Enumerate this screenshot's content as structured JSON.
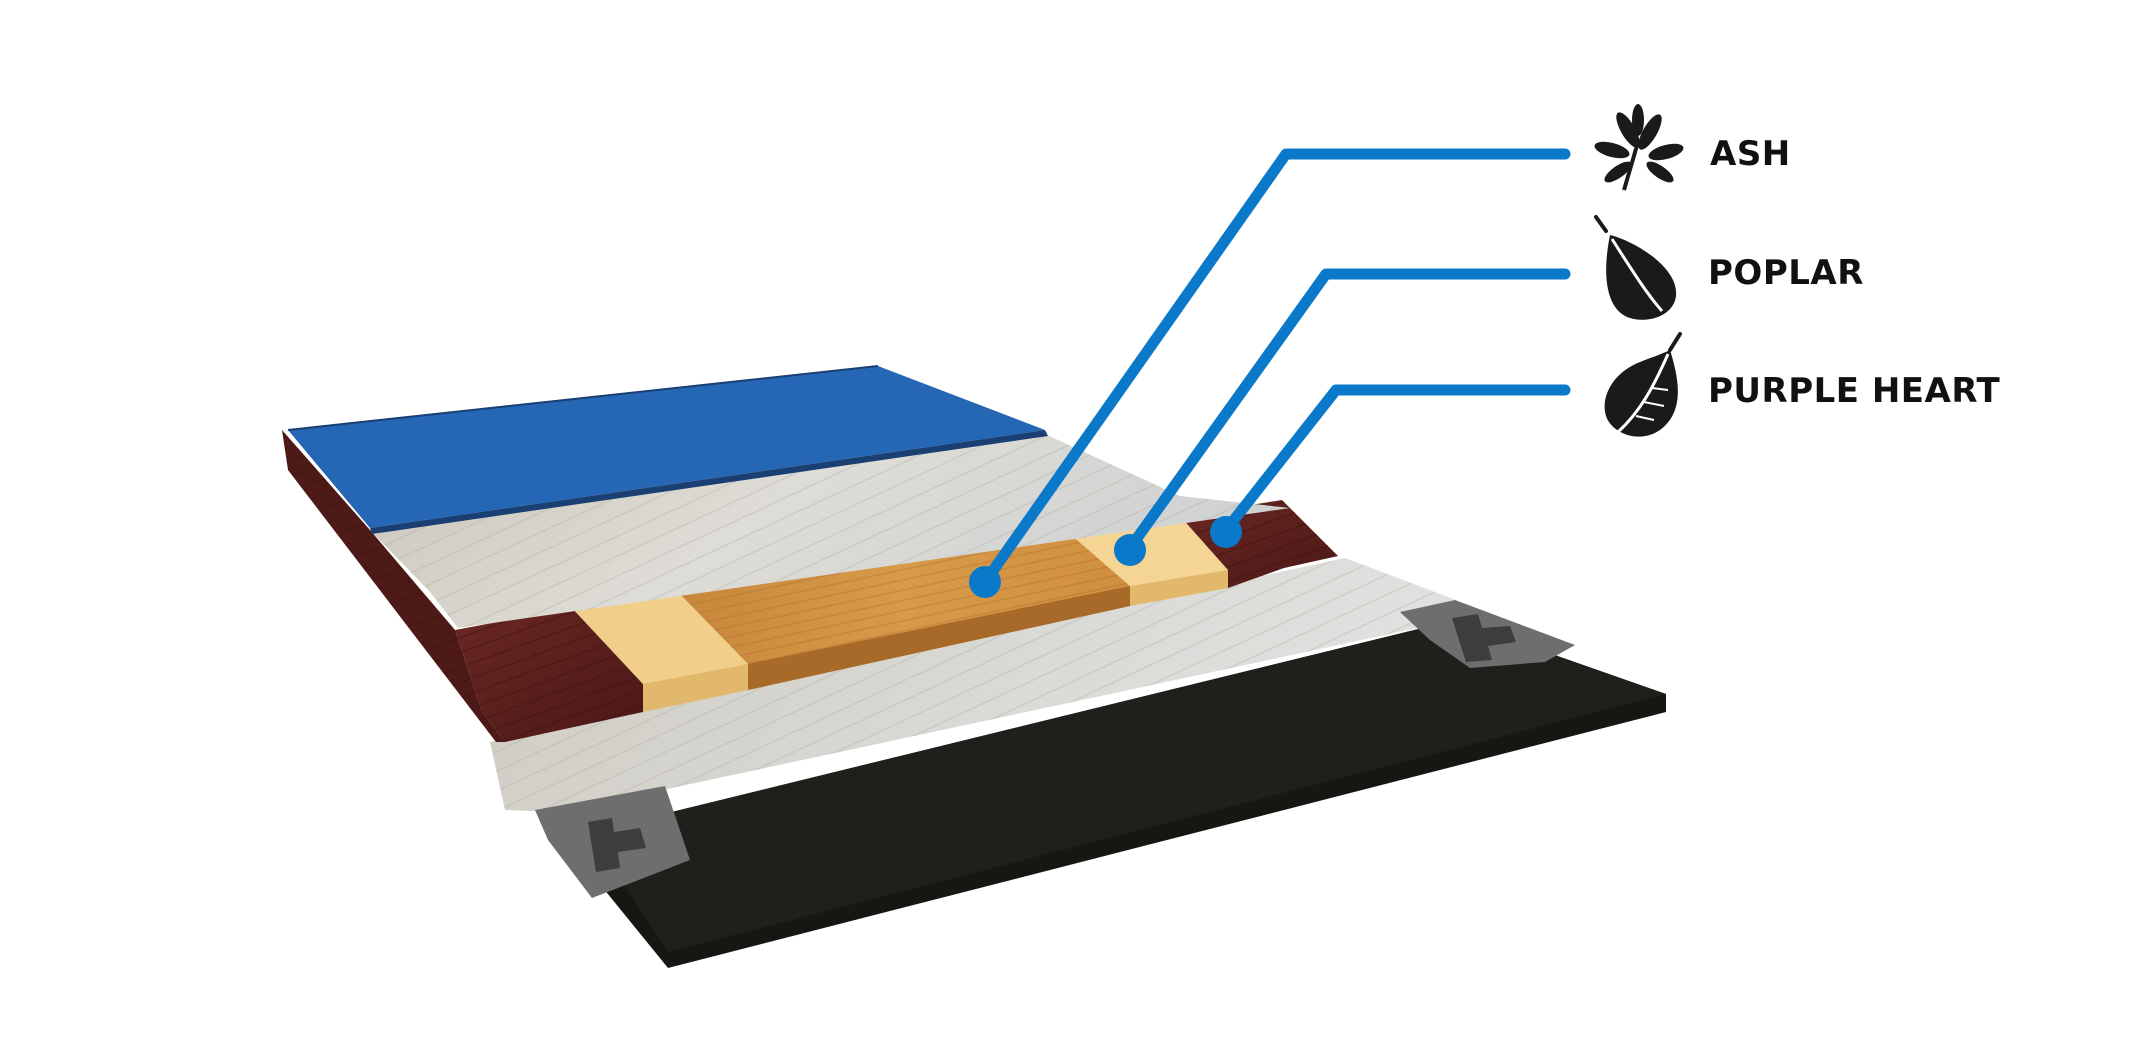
{
  "legend": {
    "items": [
      {
        "label": "ASH",
        "icon": "ash-leaf-icon"
      },
      {
        "label": "POPLAR",
        "icon": "poplar-leaf-icon"
      },
      {
        "label": "PURPLE HEART",
        "icon": "purple-heart-leaf-icon"
      }
    ]
  },
  "colors": {
    "callout_line": "#0a79c9",
    "top_coat": "#2566b5",
    "purple_heart": "#5a1f1d",
    "poplar": "#f1cf8a",
    "ash": "#c98a3a",
    "fiber_layer": "#d3d1cb",
    "base_layer": "#1c1c18",
    "connector": "#6f6f6f"
  }
}
